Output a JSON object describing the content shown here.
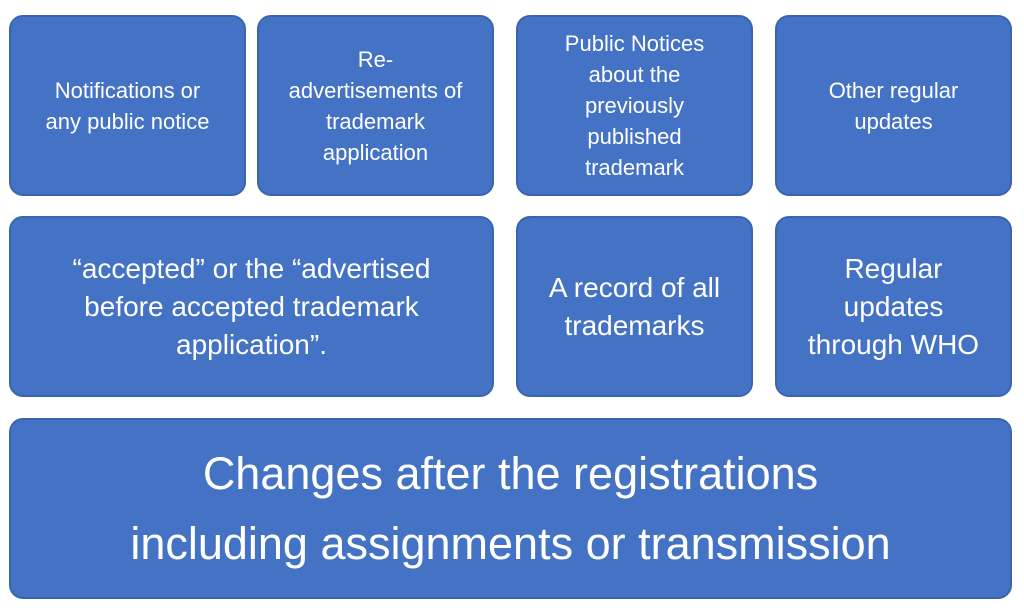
{
  "blocks": {
    "notifications": "Notifications or\nany public notice",
    "readvertisements": "Re-\nadvertisements of\ntrademark\napplication",
    "public_notices": "Public Notices\nabout the\npreviously\npublished\ntrademark",
    "other_updates": "Other regular\nupdates",
    "accepted": "“accepted” or the “advertised\nbefore accepted trademark\napplication”.",
    "record": "A record of all\ntrademarks",
    "regular_who": "Regular\nupdates\nthrough WHO",
    "changes": "Changes after the registrations\nincluding assignments or transmission"
  },
  "colors": {
    "block_fill": "#4472c4",
    "block_border": "#3a64b0",
    "text": "#ffffff"
  }
}
